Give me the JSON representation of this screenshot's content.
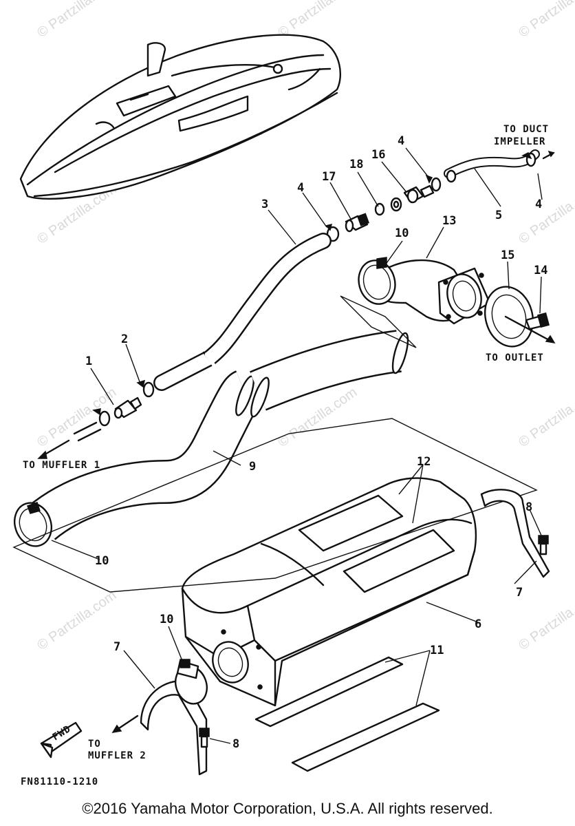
{
  "diagram_code": "FN81110-1210",
  "copyright": "©2016 Yamaha Motor Corporation, U.S.A. All rights reserved.",
  "watermark": "© Partzilla.com",
  "annotations": {
    "to_duct_impeller_1": "TO DUCT",
    "to_duct_impeller_2": "IMPELLER",
    "to_outlet": "TO OUTLET",
    "to_muffler_1": "TO MUFFLER 1",
    "to_muffler_2_1": "TO",
    "to_muffler_2_2": "MUFFLER 2",
    "fwd": "FWD"
  },
  "callouts": {
    "c1": "1",
    "c2": "2",
    "c3": "3",
    "c4a": "4",
    "c4b": "4",
    "c4c": "4",
    "c5": "5",
    "c6": "6",
    "c7a": "7",
    "c7b": "7",
    "c8a": "8",
    "c8b": "8",
    "c9": "9",
    "c10a": "10",
    "c10b": "10",
    "c10c": "10",
    "c11": "11",
    "c12": "12",
    "c13": "13",
    "c14": "14",
    "c15": "15",
    "c16": "16",
    "c17": "17",
    "c18": "18"
  }
}
